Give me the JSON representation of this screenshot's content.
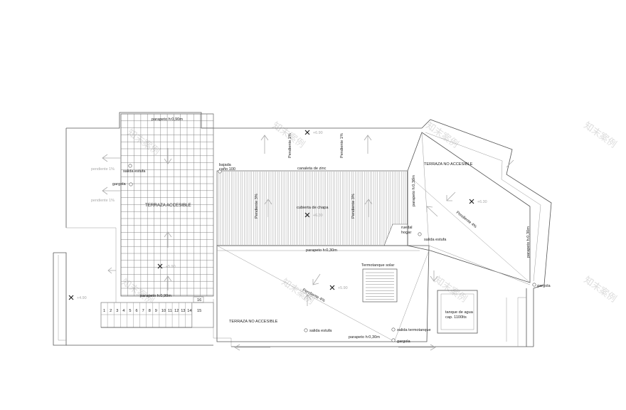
{
  "labels": {
    "parapeto_top": "parapeto h:0,90m",
    "parapeto_bottom_left": "parapeto h:0,90m",
    "salida_estufa_1": "salida estufa",
    "gargola_left": "gargola",
    "terraza_accesible": "TERRAZA ACCESIBLE",
    "pendiente_left_1": "pendiente 1%",
    "pendiente_left_2": "pendiente 1%",
    "bajada": "bajada",
    "cano": "caño 100",
    "canaleta": "canaleta de zinc",
    "pendiente_1a": "Pendiente 1%",
    "pendiente_1b": "Pendiente 1%",
    "pendiente_3a": "Pendiente 3%",
    "pendiente_3b": "Pendiente 3%",
    "cubierta": "cubierta de chapa",
    "ruedal": "ruedal",
    "hogar": "hogar",
    "parapeto_030_center": "parapeto h:0,30m",
    "parapeto_030_vert": "parapeto h:0,30m",
    "parapeto_030_right": "parapeto h:0,30m",
    "parapeto_030_bottom": "parapeto h:0,30m",
    "terraza_no_accesible_right": "TERRAZA NO ACCESIBLE",
    "pendiente_4_right": "Pendiente 4%",
    "salida_estufa_2": "salida estufa",
    "termotanque_solar": "Termotanque solar",
    "pendiente_4_center": "Pendiente 4%",
    "terraza_no_accesible_bottom": "TERRAZA NO ACCESIBLE",
    "salida_estufa_3": "salida estufa",
    "salida_termotanque": "salida termotanque",
    "gargola_bottom": "gargola",
    "gargola_right": "gargola",
    "tanque_line1": "tanque de agua",
    "tanque_line2": "cap. 1100lts",
    "level_1": "+6.90",
    "level_2": "+6.30",
    "level_3": "+5.90",
    "level_4": "+6.30",
    "level_5": "+5.90",
    "level_6": "+4.90"
  },
  "stairs": [
    "1",
    "2",
    "3",
    "4",
    "5",
    "6",
    "7",
    "8",
    "9",
    "10",
    "11",
    "12",
    "13",
    "14",
    "15",
    "16"
  ],
  "watermark": "知末案例"
}
